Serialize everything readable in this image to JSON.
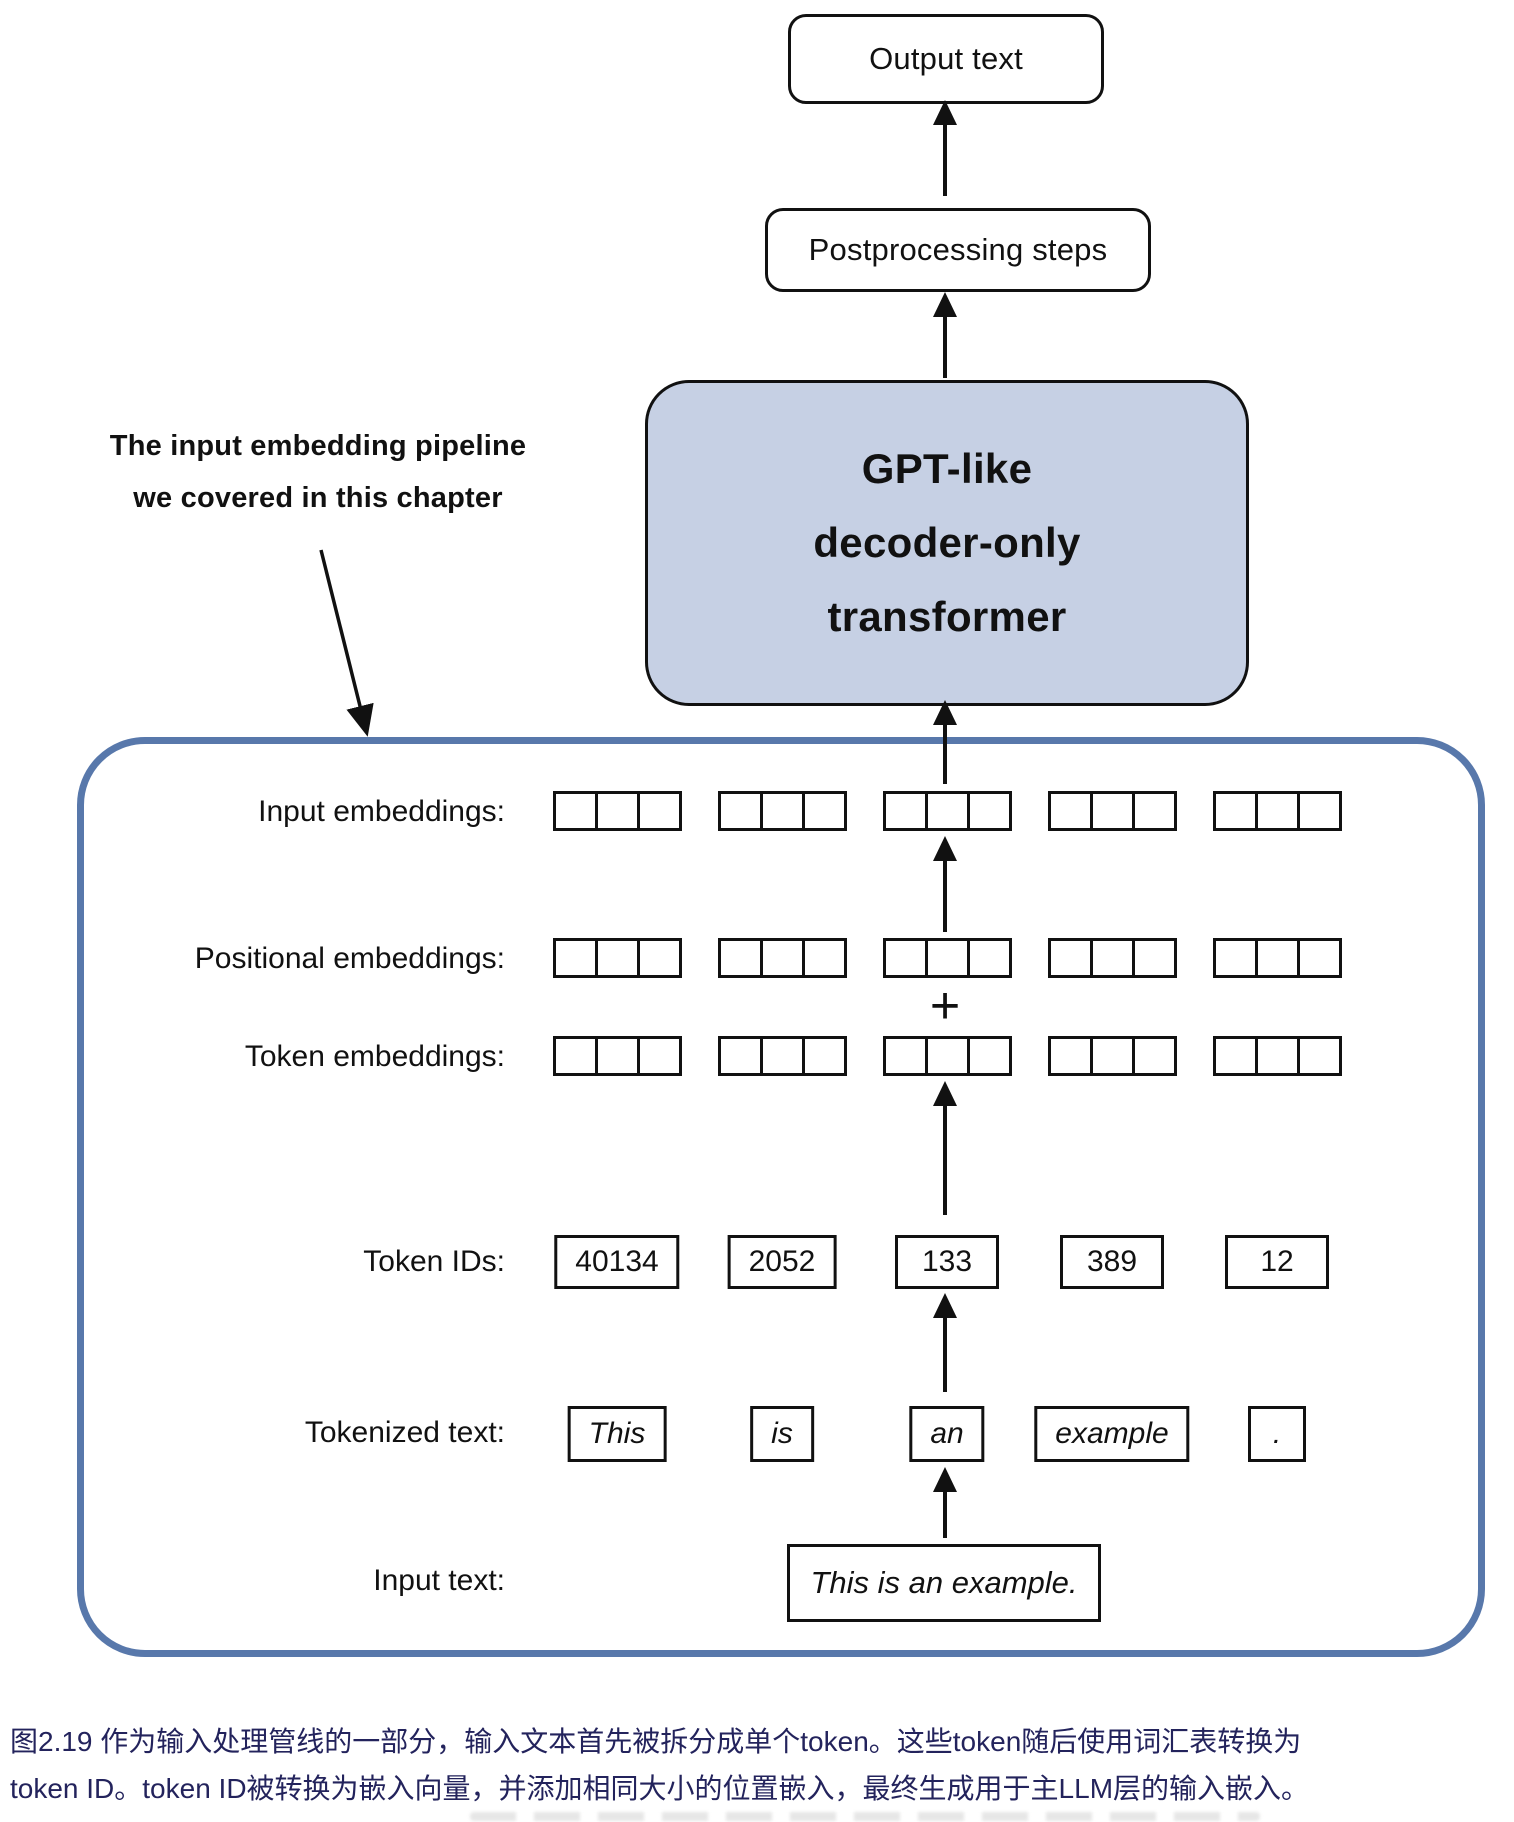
{
  "figure": {
    "output_box": "Output text",
    "postprocessing_box": "Postprocessing steps",
    "transformer_lines": [
      "GPT-like",
      "decoder-only",
      "transformer"
    ],
    "annotation": {
      "line1": "The input embedding pipeline",
      "line2": "we covered in this chapter"
    },
    "pipeline": {
      "plus_sign": "+",
      "groups": 5,
      "cells_per_group": 3,
      "rows": [
        {
          "label": "Input embeddings:",
          "type": "squares"
        },
        {
          "label": "Positional embeddings:",
          "type": "squares"
        },
        {
          "label": "Token embeddings:",
          "type": "squares"
        },
        {
          "label": "Token IDs:",
          "type": "values",
          "values": [
            "40134",
            "2052",
            "133",
            "389",
            "12"
          ]
        },
        {
          "label": "Tokenized text:",
          "type": "tokens",
          "values": [
            "This",
            "is",
            "an",
            "example",
            "."
          ]
        },
        {
          "label": "Input text:",
          "type": "text",
          "value": "This is an example."
        }
      ]
    },
    "colors": {
      "container_border": "#5878ab",
      "transformer_fill": "#c6d0e4",
      "caption_text": "#23235c",
      "stroke": "#111111"
    }
  },
  "caption": {
    "line1": "图2.19 作为输入处理管线的一部分，输入文本首先被拆分成单个token。这些token随后使用词汇表转换为",
    "line2": "token ID。token ID被转换为嵌入向量，并添加相同大小的位置嵌入，最终生成用于主LLM层的输入嵌入。"
  }
}
